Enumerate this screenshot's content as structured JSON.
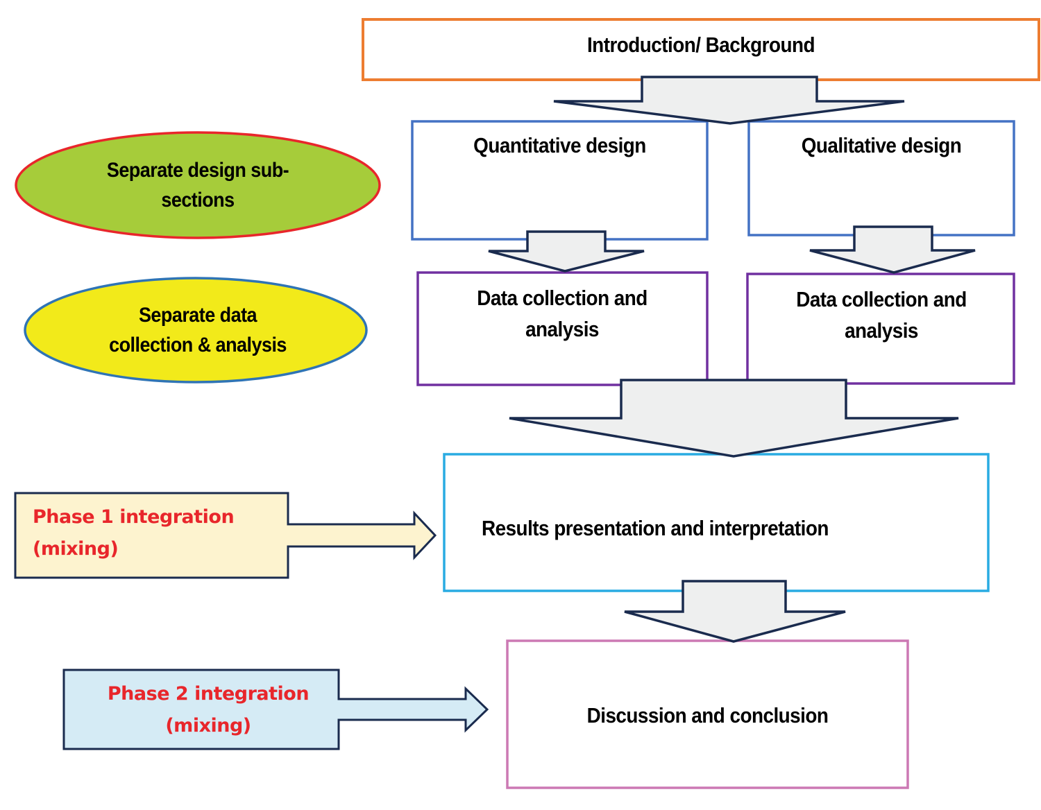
{
  "colors": {
    "intro_border": "#ed7d31",
    "design_border": "#4472c4",
    "data_border": "#7030a0",
    "results_border": "#29abe2",
    "discussion_border": "#cc79b4",
    "arrow_fill": "#eeefef",
    "arrow_stroke": "#1a2b4e",
    "ellipse1_fill": "#a6cc3a",
    "ellipse1_border": "#e8262b",
    "ellipse2_fill": "#f2ea1a",
    "ellipse2_border": "#2f74b5",
    "phase1_fill": "#fdf3cf",
    "phase2_fill": "#d5ebf5",
    "phase_text": "#e8262b"
  },
  "boxes": {
    "intro": "Introduction/ Background",
    "quantitative_design": "Quantitative design",
    "qualitative_design": "Qualitative design",
    "quant_data": "Data collection and analysis",
    "qual_data": "Data collection and analysis",
    "results": "Results presentation and interpretation",
    "discussion": "Discussion and conclusion"
  },
  "side_labels": {
    "design_ellipse": "Separate design sub-sections",
    "data_ellipse": "Separate data collection & analysis",
    "phase1": "Phase 1 integration (mixing)",
    "phase2": "Phase 2 integration (mixing)"
  }
}
